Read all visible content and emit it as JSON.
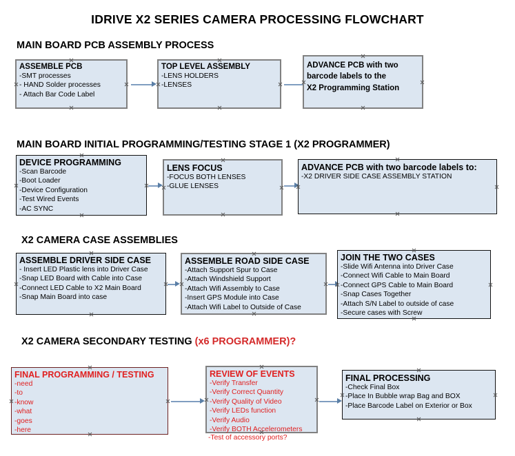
{
  "document": {
    "title": "IDRIVE X2  SERIES CAMERA PROCESSING FLOWCHART"
  },
  "sections": [
    {
      "id": "pcb-assembly",
      "title": "MAIN BOARD PCB ASSEMBLY PROCESS",
      "accent": ""
    },
    {
      "id": "initial-programming",
      "title": "MAIN BOARD INITIAL PROGRAMMING/TESTING STAGE 1 (X2 PROGRAMMER)",
      "accent": ""
    },
    {
      "id": "case-assemblies",
      "title": "X2 CAMERA CASE ASSEMBLIES",
      "accent": ""
    },
    {
      "id": "secondary-testing",
      "title": "X2 CAMERA SECONDARY TESTING ",
      "accent": "(x6 PROGRAMMER)?"
    }
  ],
  "nodes": {
    "assemble_pcb": {
      "header": "ASSEMBLE PCB",
      "items": [
        "-SMT processes",
        "- HAND Solder processes",
        "- Attach Bar Code Label"
      ]
    },
    "top_level_assembly": {
      "header": "TOP LEVEL ASSEMBLY",
      "items": [
        "-LENS HOLDERS",
        "-LENSES"
      ]
    },
    "advance_pcb_station": {
      "line1": "ADVANCE PCB with two",
      "line2": "barcode labels to the",
      "line3": " X2 Programming Station"
    },
    "device_programming": {
      "header": "DEVICE PROGRAMMING",
      "items": [
        "-Scan Barcode",
        "-Boot Loader",
        "-Device Configuration",
        "-Test Wired Events",
        "-AC SYNC"
      ]
    },
    "lens_focus": {
      "header": "LENS FOCUS",
      "items": [
        "-FOCUS BOTH LENSES",
        "-GLUE LENSES"
      ]
    },
    "advance_pcb_driver_case": {
      "header": "ADVANCE PCB with two barcode labels to:",
      "items": [
        "-X2 DRIVER  SIDE  CASE  ASSEMBLY STATION"
      ]
    },
    "assemble_driver_side_case": {
      "header": "ASSEMBLE DRIVER SIDE CASE",
      "items": [
        "- Insert LED Plastic lens into Driver Case",
        "-Snap LED Board with Cable into Case",
        "-Connect LED Cable to X2 Main Board",
        "-Snap Main Board into case"
      ]
    },
    "assemble_road_side_case": {
      "header": "ASSEMBLE ROAD SIDE CASE",
      "items": [
        "-Attach Support Spur to Case",
        "-Attach Windshield Support",
        "-Attach Wifi Assembly to Case",
        "-Insert GPS Module into Case",
        "-Attach Wifi Label to Outside of Case"
      ]
    },
    "join_the_two_cases": {
      "header": "JOIN THE TWO CASES",
      "items": [
        "-Slide Wifi Antenna into Driver Case",
        "-Connect Wifi Cable to Main Board",
        "-Connect GPS Cable to Main Board",
        "-Snap Cases Together",
        "-Attach S/N Label to outside of case",
        "-Secure cases with Screw"
      ]
    },
    "final_programming_testing": {
      "header": "FINAL PROGRAMMING / TESTING",
      "items": [
        "-need",
        "-to",
        "-know",
        "-what",
        "-goes",
        "-here"
      ]
    },
    "review_of_events": {
      "header": "REVIEW OF EVENTS",
      "items": [
        "-Verify Transfer",
        "-Verify Correct Quantity",
        "-Verify Quality of Video",
        "-Verify LEDs function",
        "-Verify Audio",
        "-Verify BOTH Accelerometers"
      ],
      "overflow_item": "-Test of accessory ports?"
    },
    "final_processing": {
      "header": "FINAL PROCESSING",
      "items": [
        " -Check Final Box",
        "-Place In Bubble wrap Bag and BOX",
        "-Place Barcode Label on Exterior or Box"
      ]
    }
  },
  "colors": {
    "node_fill": "#dce6f1",
    "node_border_gray": "#808080",
    "node_border_black": "#111111",
    "accent_red": "#e02020",
    "connector": "#5b7fa6",
    "text": "#000000"
  }
}
